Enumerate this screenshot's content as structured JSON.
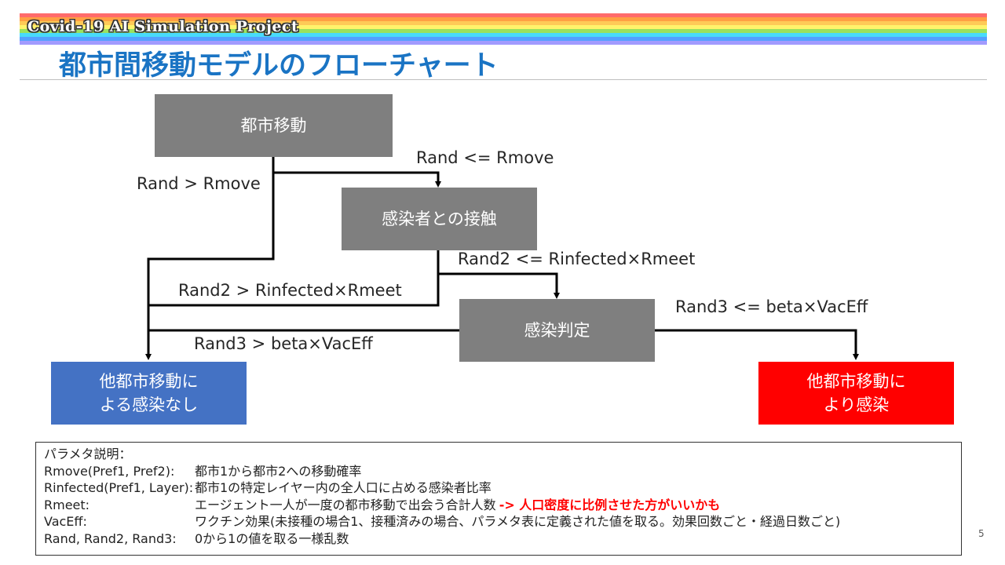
{
  "banner": {
    "text": "Covid-19 AI Simulation Project",
    "colors": [
      "#ff6b6b",
      "#ff9f43",
      "#feca57",
      "#fff36b",
      "#9be15d",
      "#48dbfb",
      "#54a0ff",
      "#a29bfe"
    ]
  },
  "title": "都市間移動モデルのフローチャート",
  "nodes": {
    "move": "都市移動",
    "contact": "感染者との接触",
    "judge": "感染判定",
    "no_infect": "他都市移動に\nよる感染なし",
    "infect": "他都市移動に\nより感染"
  },
  "node_colors": {
    "process": "#7f7f7f",
    "no_infect": "#4472c4",
    "infect": "#ff0000"
  },
  "edge_labels": {
    "move_yes": "Rand <= Rmove",
    "move_no": "Rand > Rmove",
    "contact_yes": "Rand2 <= Rinfected×Rmeet",
    "contact_no": "Rand2 > Rinfected×Rmeet",
    "judge_yes": "Rand3 <= beta×VacEff",
    "judge_no": "Rand3 > beta×VacEff"
  },
  "legend": {
    "heading": "パラメタ説明：",
    "rows": [
      {
        "key": "Rmove(Pref1, Pref2):",
        "desc": "都市1から都市2への移動確率",
        "note": ""
      },
      {
        "key": "Rinfected(Pref1, Layer):",
        "desc": "都市1の特定レイヤー内の全人口に占める感染者比率",
        "note": ""
      },
      {
        "key": "Rmeet:",
        "desc": "エージェント一人が一度の都市移動で出会う合計人数",
        "note": "-> 人口密度に比例させた方がいいかも"
      },
      {
        "key": "VacEff:",
        "desc": "ワクチン効果(未接種の場合1、接種済みの場合、パラメタ表に定義された値を取る。効果回数ごと・経過日数ごと)",
        "note": ""
      },
      {
        "key": "Rand, Rand2, Rand3:",
        "desc": "0から1の値を取る一様乱数",
        "note": ""
      }
    ]
  },
  "page_number": "5"
}
